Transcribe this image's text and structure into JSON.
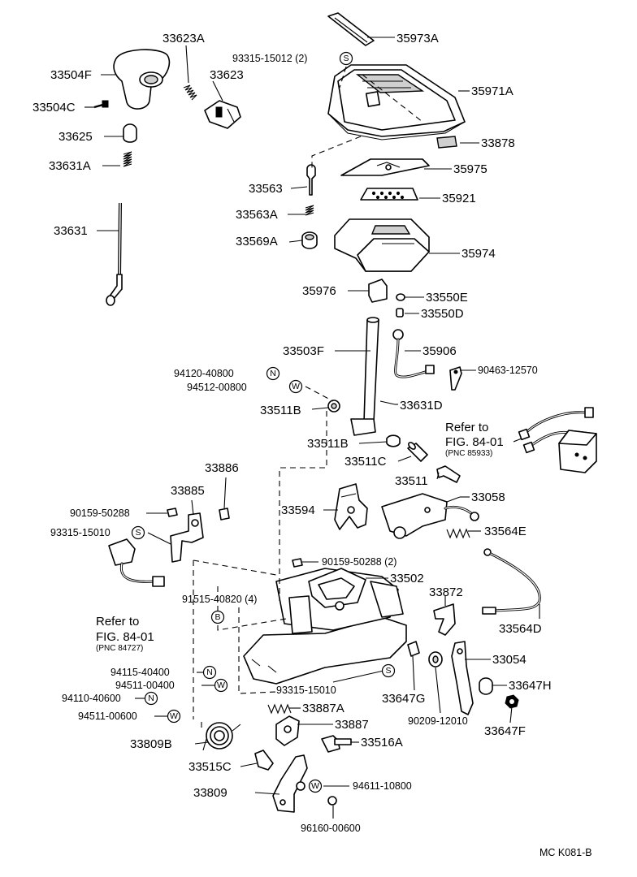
{
  "labels": {
    "p35973A": "35973A",
    "p33623A": "33623A",
    "p93315_15012": "93315-15012 (2)",
    "p33504F": "33504F",
    "p33623": "33623",
    "p35971A": "35971A",
    "p33504C": "33504C",
    "p33625": "33625",
    "p33878": "33878",
    "p33631A": "33631A",
    "p35975": "35975",
    "p33563": "33563",
    "p35921": "35921",
    "p33563A": "33563A",
    "p33631": "33631",
    "p33569A": "33569A",
    "p35974": "35974",
    "p35976": "35976",
    "p33550E": "33550E",
    "p33550D": "33550D",
    "p33503F": "33503F",
    "p35906": "35906",
    "p94120_40800": "94120-40800",
    "p90463_12570": "90463-12570",
    "p94512_00800": "94512-00800",
    "p33511B_a": "33511B",
    "p33631D": "33631D",
    "p33511B_b": "33511B",
    "p33511C": "33511C",
    "p33886": "33886",
    "p33511": "33511",
    "p33885": "33885",
    "p33058": "33058",
    "p90159_50288_a": "90159-50288",
    "p33594": "33594",
    "p93315_15010_a": "93315-15010",
    "p33564E": "33564E",
    "p90159_50288_b": "90159-50288 (2)",
    "p33502": "33502",
    "p91515_40820": "91515-40820 (4)",
    "p33872": "33872",
    "p33564D": "33564D",
    "p33054": "33054",
    "p94115_40400": "94115-40400",
    "p94511_00400": "94511-00400",
    "p93315_15010_b": "93315-15010",
    "p33647H": "33647H",
    "p94110_40600": "94110-40600",
    "p33647G": "33647G",
    "p33887A": "33887A",
    "p94511_00600": "94511-00600",
    "p90209_12010": "90209-12010",
    "p33887": "33887",
    "p33647F": "33647F",
    "p33809B": "33809B",
    "p33516A": "33516A",
    "p33515C": "33515C",
    "p33809": "33809",
    "p94611_10800": "94611-10800",
    "p96160_00600": "96160-00600"
  },
  "references": {
    "right": {
      "line1": "Refer to",
      "line2": "FIG. 84-01",
      "line3": "(PNC 85933)"
    },
    "left": {
      "line1": "Refer to",
      "line2": "FIG. 84-01",
      "line3": "(PNC 84727)"
    }
  },
  "symbols": {
    "s": "S",
    "n": "N",
    "w": "W",
    "b": "B"
  },
  "footer": {
    "code": "MC  K081-B"
  }
}
